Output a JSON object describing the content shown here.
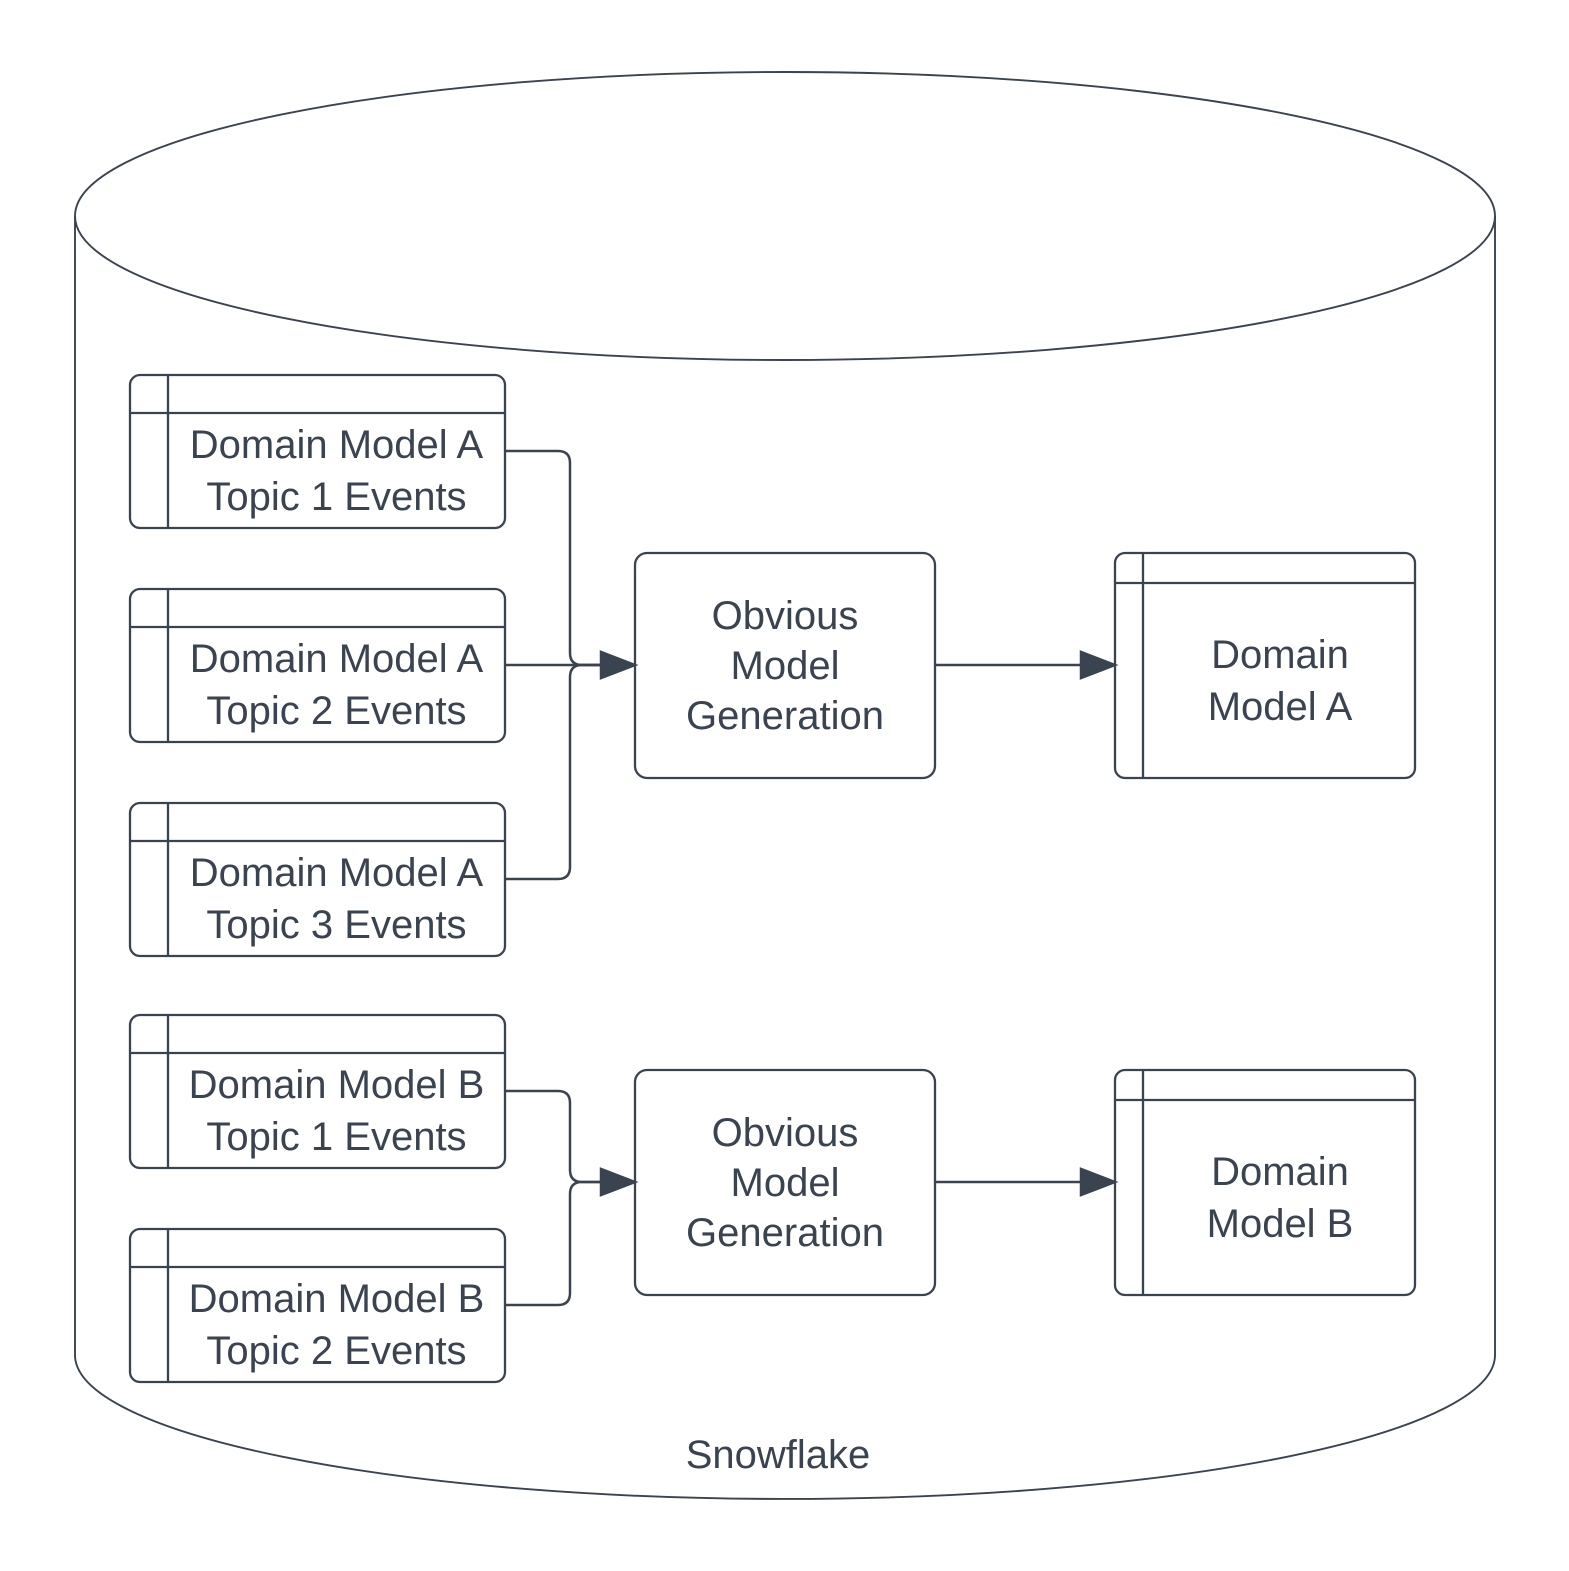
{
  "diagram": {
    "type": "data-pipeline-flow",
    "background_color": "#ffffff",
    "stroke_color": "#3a4350",
    "text_color": "#3a4350",
    "container": {
      "shape": "database-cylinder",
      "label": "Snowflake"
    },
    "pipelines": [
      {
        "name": "domain-model-a-pipeline",
        "sources": [
          {
            "shape": "table",
            "label": "Domain Model A\nTopic 1 Events"
          },
          {
            "shape": "table",
            "label": "Domain Model A\nTopic 2 Events"
          },
          {
            "shape": "table",
            "label": "Domain Model A\nTopic 3 Events"
          }
        ],
        "process": {
          "shape": "rounded-rectangle",
          "label": "Obvious\nModel\nGeneration"
        },
        "output": {
          "shape": "table",
          "label": "Domain\nModel A"
        }
      },
      {
        "name": "domain-model-b-pipeline",
        "sources": [
          {
            "shape": "table",
            "label": "Domain Model B\nTopic 1 Events"
          },
          {
            "shape": "table",
            "label": "Domain Model B\nTopic 2 Events"
          }
        ],
        "process": {
          "shape": "rounded-rectangle",
          "label": "Obvious\nModel\nGeneration"
        },
        "output": {
          "shape": "table",
          "label": "Domain\nModel B"
        }
      }
    ]
  }
}
